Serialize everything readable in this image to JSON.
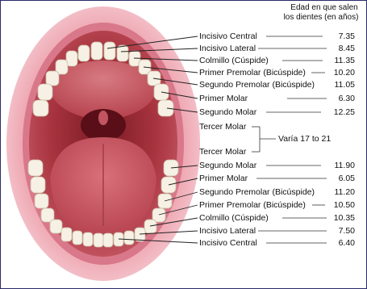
{
  "header": {
    "line1": "Edad en que salen",
    "line2": "los dientes (en años)"
  },
  "upper_teeth": [
    {
      "name": "Incisivo Central",
      "age": "7.35"
    },
    {
      "name": "Incisivo Lateral",
      "age": "8.45"
    },
    {
      "name": "Colmillo (Cúspide)",
      "age": "11.35"
    },
    {
      "name": "Primer Premolar (Bicúspide)",
      "age": "10.20"
    },
    {
      "name": "Segundo Premolar (Bicúspide)",
      "age": "11.05"
    },
    {
      "name": "Primer Molar",
      "age": "6.30"
    },
    {
      "name": "Segundo Molar",
      "age": "12.25"
    }
  ],
  "third_molars": {
    "upper_label": "Tercer Molar",
    "lower_label": "Tercer Molar",
    "range_text": "Varía  17 to 21"
  },
  "lower_teeth": [
    {
      "name": "Segundo Molar",
      "age": "11.90"
    },
    {
      "name": "Primer Molar",
      "age": "6.05"
    },
    {
      "name": "Segundo Premolar (Bicúspide)",
      "age": "11.20"
    },
    {
      "name": "Primer Premolar (Bicúspide)",
      "age": "10.50"
    },
    {
      "name": "Colmillo (Cúspide)",
      "age": "10.35"
    },
    {
      "name": "Incisivo Lateral",
      "age": "7.50"
    },
    {
      "name": "Incisivo Central",
      "age": "6.40"
    }
  ],
  "colors": {
    "lips": "#e89aa6",
    "lips_inner": "#c9626e",
    "mouth_dark": "#5a0f18",
    "palate": "#b8424c",
    "tongue": "#d56870",
    "teeth": "#f6f1e4",
    "frame": "#2a2a6a"
  }
}
